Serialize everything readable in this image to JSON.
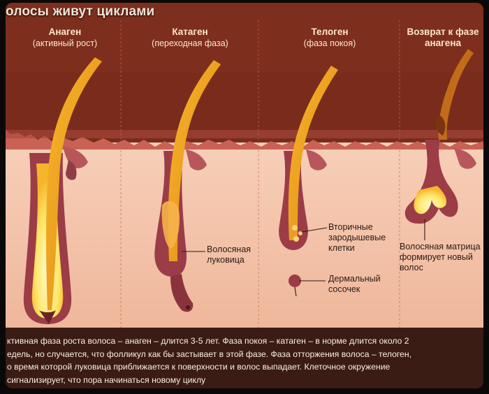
{
  "title": "олосы живут циклами",
  "phases": [
    {
      "name": "Анаген",
      "sub": "(активный рост)"
    },
    {
      "name": "Катаген",
      "sub": "(переходная фаза)"
    },
    {
      "name": "Телоген",
      "sub": "(фаза покоя)"
    },
    {
      "name": "Возврат к фазе",
      "sub": "анагена"
    }
  ],
  "labels": {
    "bulb": [
      "Волосяная",
      "луковица"
    ],
    "secondary": [
      "Вторичные",
      "зародышевые",
      "клетки"
    ],
    "papilla": [
      "Дермальный",
      "сосочек"
    ],
    "matrix": [
      "Волосяная матрица",
      "формирует новый",
      "волос"
    ]
  },
  "caption": [
    "ктивная фаза роста волоса – анаген – длится 3-5 лет. Фаза покоя – катаген – в норме длится около 2",
    "едель, но случается, что фолликул как бы застывает в этой фазе. Фаза отторжения волоса – телоген,",
    "о время которой луковица приближается к поверхности и волос выпадает. Клеточное окружение",
    "сигнализирует, что пора начинаться новому циклу"
  ],
  "colors": {
    "background": "#7a2c1c",
    "skin": "#f3c4ad",
    "skin_surface": "#d9806a",
    "follicle": "#9c3c47",
    "hair": "#f0a623",
    "bulb_glow": "#fff5a0",
    "header_text": "#ffe7c8",
    "caption_text": "#fbefe2"
  }
}
